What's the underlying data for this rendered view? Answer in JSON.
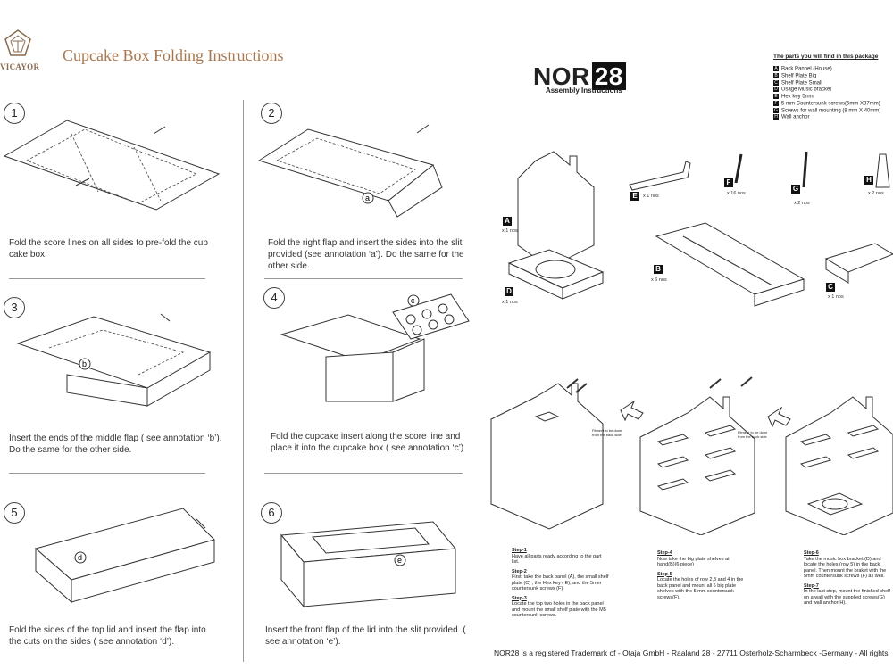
{
  "left": {
    "brand": "VICAYOR",
    "title": "Cupcake Box Folding Instructions",
    "steps": [
      {
        "num": "1",
        "text": "Fold the score lines on all sides to pre-fold the cup cake box."
      },
      {
        "num": "2",
        "text": "Fold the right flap and insert the sides into the slit provided (see annotation ‘a’). Do the same for the other side.",
        "annotation": "a"
      },
      {
        "num": "3",
        "text": "Insert the ends of the middle flap ( see annotation ‘b’). Do the same for the other side.",
        "annotation": "b"
      },
      {
        "num": "4",
        "text": "Fold the cupcake insert along the score line and place it into the cupcake box ( see annotation ‘c’)",
        "annotation": "c"
      },
      {
        "num": "5",
        "text": "Fold the sides of the top lid and insert the flap into the cuts on the sides ( see annotation ‘d’).",
        "annotation": "d"
      },
      {
        "num": "6",
        "text": "Insert the front flap of the lid into the slit provided. ( see annotation ‘e’).",
        "annotation": "e"
      }
    ]
  },
  "right": {
    "logo_text": "NOR",
    "logo_num": "28",
    "subtitle": "Assembly Instructions",
    "parts_title": "The parts you will find in this package",
    "parts": [
      {
        "letter": "A",
        "label": "Back Pannel (House)"
      },
      {
        "letter": "B",
        "label": "Shelf Plate Big"
      },
      {
        "letter": "C",
        "label": "Shelf Plate Small"
      },
      {
        "letter": "D",
        "label": "Usage Music bracket"
      },
      {
        "letter": "E",
        "label": "Hex key 5mm"
      },
      {
        "letter": "F",
        "label": "5 mm Countersunk screws(5mm X37mm)"
      },
      {
        "letter": "G",
        "label": "Screws for wall mounting (8 mm X 40mm)"
      },
      {
        "letter": "H",
        "label": "Wall anchor"
      }
    ],
    "items": {
      "A": {
        "tag": "A",
        "qty": "x 1 nos"
      },
      "B": {
        "tag": "B",
        "qty": "x 6 nos"
      },
      "C": {
        "tag": "C",
        "qty": "x 1 nos"
      },
      "D": {
        "tag": "D",
        "qty": "x 1 nos"
      },
      "E": {
        "tag": "E",
        "qty": "x 1 nos"
      },
      "F": {
        "tag": "F",
        "qty": "x 16 nos"
      },
      "G": {
        "tag": "G",
        "qty": "x 2 nos"
      },
      "H": {
        "tag": "H",
        "qty": "x 2 nos"
      }
    },
    "callout": "Fitment to be done from the back side",
    "steps": {
      "s1_title": "Step-1",
      "s1_text": "Have all parts ready according to the part list.",
      "s2_title": "Step-2",
      "s2_text": "First, take the back panel (A), the small shelf plate (C) , the Hex key ( E), and the 5mm countersunk screws (F).",
      "s3_title": "Step-3",
      "s3_text": "Locate the top two holes in the back panel and mount the small shelf plate with the M5 countersunk screws.",
      "s4_title": "Step-4",
      "s4_text": "Now take the big plate shelves at hand(B)(6 piece)",
      "s5_title": "Step-5",
      "s5_text": "Locate the holes of row 2,3 and 4 in the back panel and mount all 6 big plate shelves with the 5 mm countersunk screws(F).",
      "s6_title": "Step-6",
      "s6_text": "Take the music box bracket (D) and locate the holes (row 5) in the back panel. Then mount the braket with the 5mm countersunk screws (F) as well.",
      "s7_title": "Step-7",
      "s7_text": "In the last step, mount the finished shelf on a wall with the supplied screws(G) and wall anchor(H)."
    },
    "footer": "NOR28 is a registered Trademark of - Otaja GmbH - Raaland 28 - 27711 Osterholz-Scharmbeck -Germany - All rights"
  }
}
